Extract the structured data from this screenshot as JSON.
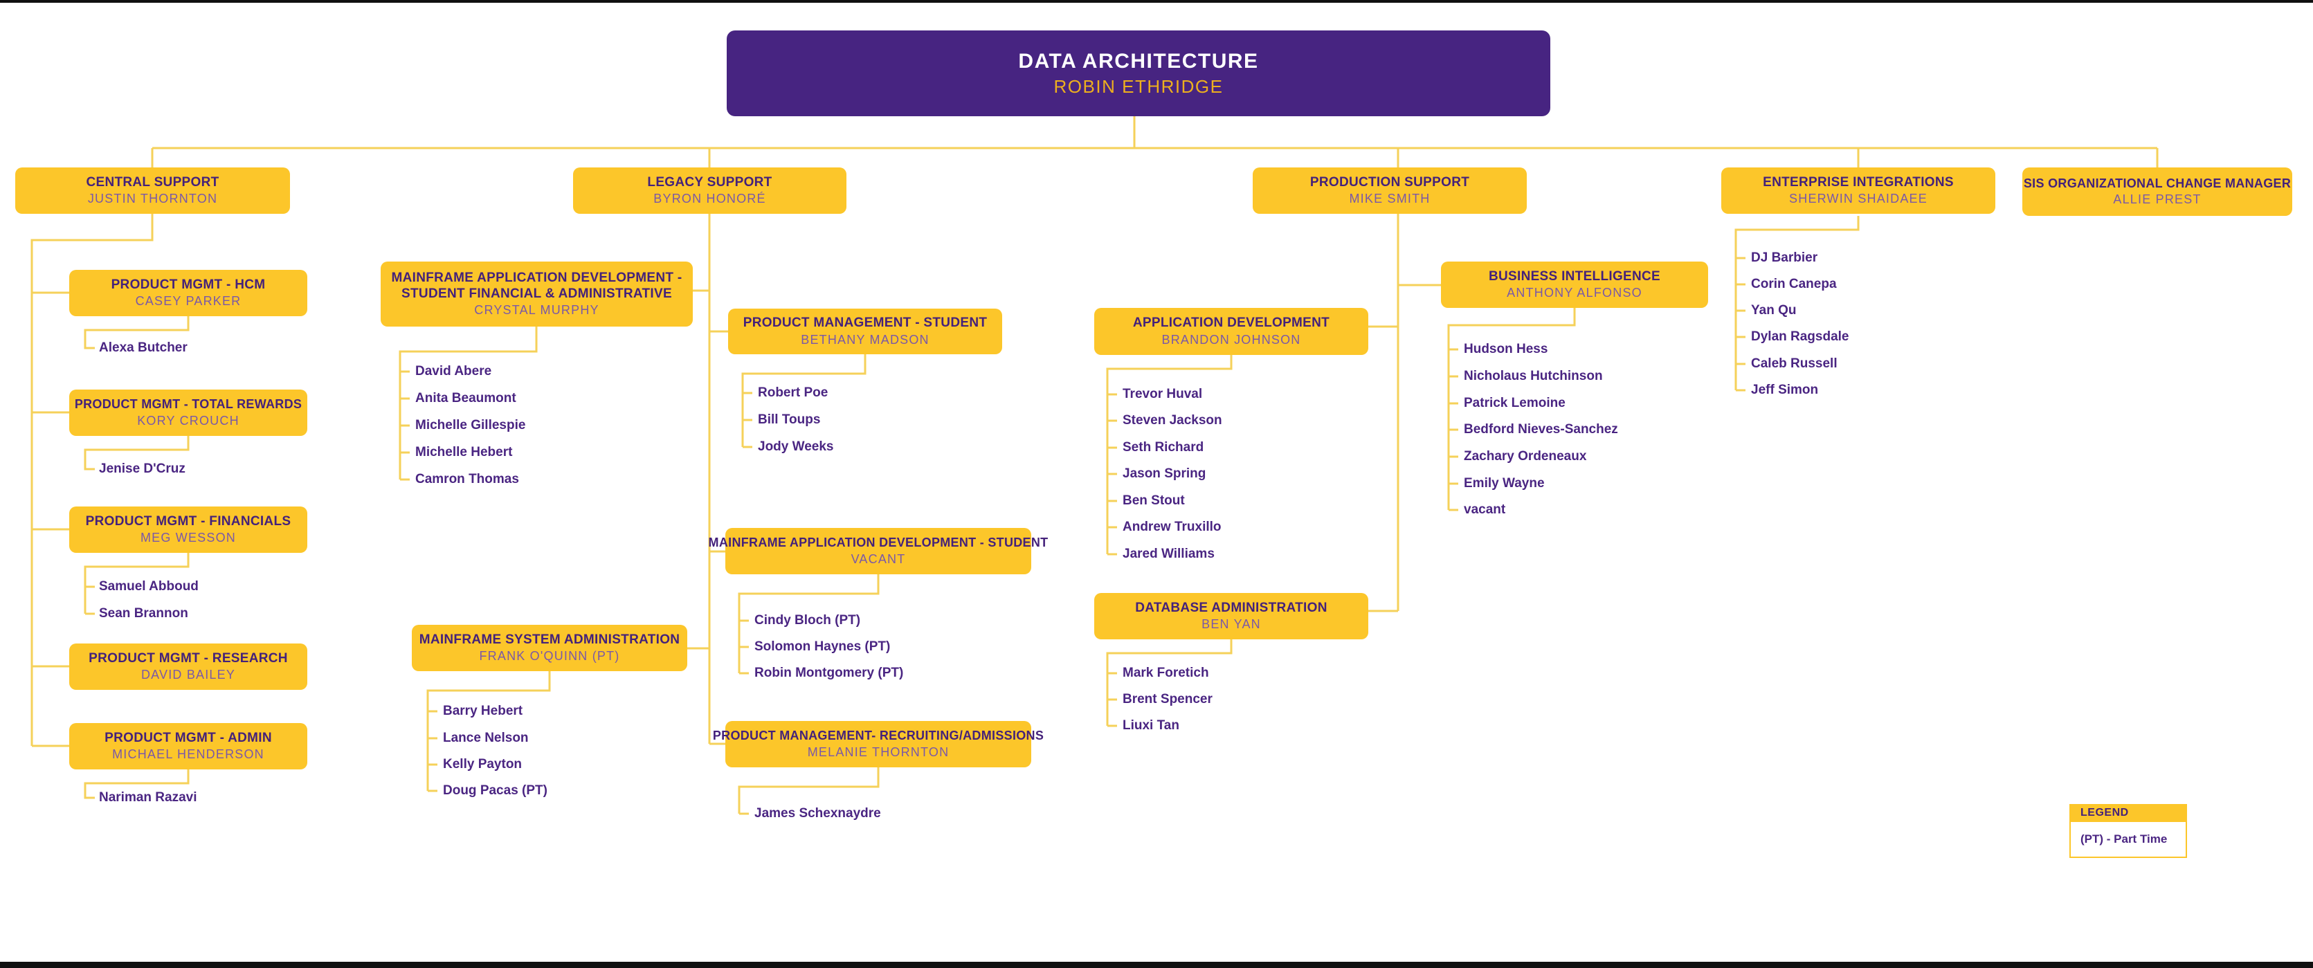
{
  "header": {
    "title": "DATA ARCHITECTURE",
    "subtitle": "ROBIN ETHRIDGE"
  },
  "colors": {
    "purple": "#472481",
    "yellow": "#FCC62A",
    "line": "#F5D15A",
    "title_text": "#44217A",
    "manager_text": "#7A58A8",
    "name_text": "#4A2582",
    "header_subtitle": "#EDAF1E"
  },
  "groups": {
    "central": {
      "title": "CENTRAL SUPPORT",
      "manager": "JUSTIN THORNTON",
      "units": [
        {
          "title": "PRODUCT MGMT - HCM",
          "manager": "CASEY PARKER",
          "members": [
            "Alexa Butcher"
          ]
        },
        {
          "title": "PRODUCT MGMT - TOTAL REWARDS",
          "manager": "KORY CROUCH",
          "members": [
            "Jenise D'Cruz"
          ]
        },
        {
          "title": "PRODUCT MGMT - FINANCIALS",
          "manager": "MEG WESSON",
          "members": [
            "Samuel Abboud",
            "Sean Brannon"
          ]
        },
        {
          "title": "PRODUCT MGMT - RESEARCH",
          "manager": "DAVID BAILEY",
          "members": []
        },
        {
          "title": "PRODUCT MGMT - ADMIN",
          "manager": "MICHAEL HENDERSON",
          "members": [
            "Nariman Razavi"
          ]
        }
      ]
    },
    "legacy": {
      "title": "LEGACY SUPPORT",
      "manager": "BYRON HONORÉ",
      "units": [
        {
          "title": "MAINFRAME APPLICATION DEVELOPMENT - STUDENT FINANCIAL & ADMINISTRATIVE",
          "manager": "CRYSTAL MURPHY",
          "members": [
            "David Abere",
            "Anita Beaumont",
            "Michelle Gillespie",
            "Michelle Hebert",
            "Camron Thomas"
          ]
        },
        {
          "title": "PRODUCT MANAGEMENT - STUDENT",
          "manager": "BETHANY MADSON",
          "members": [
            "Robert Poe",
            "Bill Toups",
            "Jody Weeks"
          ]
        },
        {
          "title": "MAINFRAME SYSTEM ADMINISTRATION",
          "manager": "FRANK O'QUINN (PT)",
          "members": [
            "Barry Hebert",
            "Lance Nelson",
            "Kelly Payton",
            "Doug Pacas (PT)"
          ]
        },
        {
          "title": "MAINFRAME APPLICATION DEVELOPMENT - STUDENT",
          "manager": "VACANT",
          "members": [
            "Cindy Bloch (PT)",
            "Solomon Haynes (PT)",
            "Robin Montgomery (PT)"
          ]
        },
        {
          "title": "PRODUCT MANAGEMENT- RECRUITING/ADMISSIONS",
          "manager": "MELANIE THORNTON",
          "members": [
            "James Schexnaydre"
          ]
        }
      ]
    },
    "production": {
      "title": "PRODUCTION SUPPORT",
      "manager": "MIKE SMITH",
      "units": [
        {
          "title": "APPLICATION DEVELOPMENT",
          "manager": "BRANDON JOHNSON",
          "members": [
            "Trevor Huval",
            "Steven Jackson",
            "Seth Richard",
            "Jason Spring",
            "Ben Stout",
            "Andrew Truxillo",
            "Jared Williams"
          ]
        },
        {
          "title": "BUSINESS INTELLIGENCE",
          "manager": "ANTHONY ALFONSO",
          "members": [
            "Hudson Hess",
            "Nicholaus Hutchinson",
            "Patrick Lemoine",
            "Bedford Nieves-Sanchez",
            "Zachary Ordeneaux",
            "Emily Wayne",
            "vacant"
          ]
        },
        {
          "title": "DATABASE ADMINISTRATION",
          "manager": "BEN YAN",
          "members": [
            "Mark Foretich",
            "Brent Spencer",
            "Liuxi Tan"
          ]
        }
      ]
    },
    "enterprise": {
      "title": "ENTERPRISE INTEGRATIONS",
      "manager": "SHERWIN SHAIDAEE",
      "members": [
        "DJ Barbier",
        "Corin Canepa",
        "Yan Qu",
        "Dylan Ragsdale",
        "Caleb Russell",
        "Jeff Simon"
      ]
    },
    "sis": {
      "title": "SIS ORGANIZATIONAL CHANGE MANAGER",
      "manager": "ALLIE PREST"
    }
  },
  "legend": {
    "title": "LEGEND",
    "entry": "(PT) - Part Time"
  }
}
